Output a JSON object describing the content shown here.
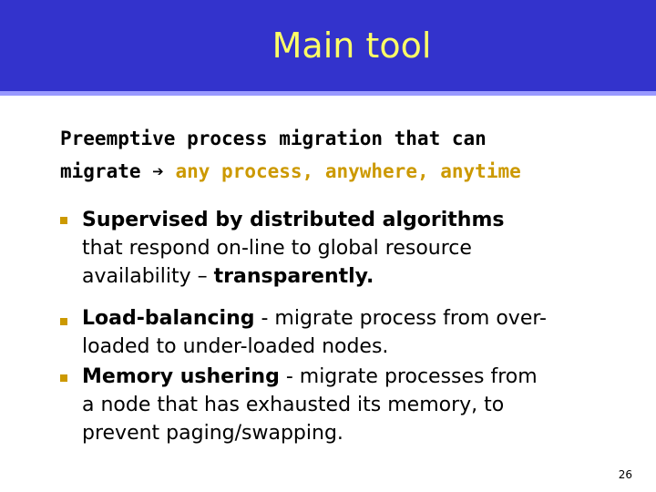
{
  "slide": {
    "title": "Main tool",
    "intro_line1": "Preemptive process migration that can",
    "intro_line2_start": "migrate ",
    "intro_arrow": "➔",
    "intro_line2_highlight": " any process, anywhere, anytime",
    "bullets": [
      {
        "line1_bold": "Supervised  by distributed  algorithms",
        "line2": "that  respond on-line  to global resource",
        "line3_start": "availability – ",
        "line3_bold": "transparently."
      },
      {
        "line1_bold": "Load-balancing",
        "line1_rest": " - migrate process from over-",
        "line2": "loaded to under-loaded nodes."
      },
      {
        "line1_bold": "Memory ushering",
        "line1_rest": " - migrate processes from",
        "line2": "a node that  has exhausted its memory,  to",
        "line3": "prevent paging/swapping."
      }
    ],
    "page_number": "26",
    "colors": {
      "title_bar": "#3333cc",
      "title_text": "#ffff66",
      "highlight": "#cc9900",
      "bullet": "#cc9900"
    }
  }
}
